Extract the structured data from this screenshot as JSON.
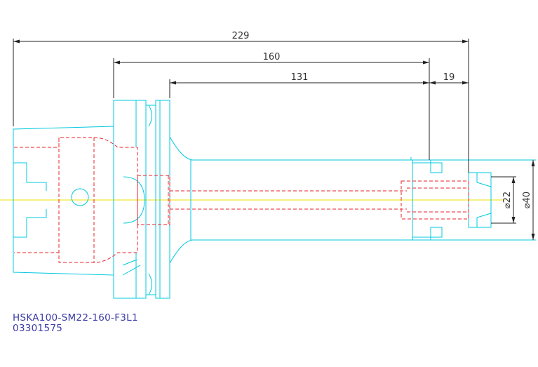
{
  "drawing": {
    "dimensions": {
      "overall_length": "229",
      "gauge_length": "160",
      "shank_length": "131",
      "projection": "19",
      "bore_diameter": "⌀22",
      "outer_diameter": "⌀40"
    },
    "caption": {
      "part_designation": "HSKA100-SM22-160-F3L1",
      "order_number": "03301575"
    },
    "colors": {
      "outline": "#00c8e0",
      "hidden": "#e8202a",
      "centerline": "#f0e000",
      "dimension": "#222222",
      "caption_text": "#3a3aa8"
    }
  }
}
